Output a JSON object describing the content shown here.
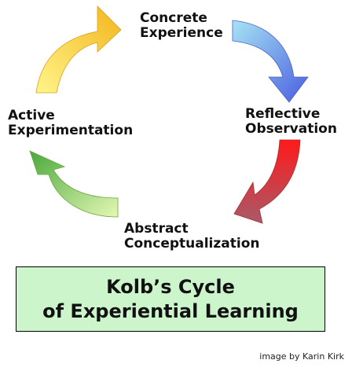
{
  "stages": [
    {
      "line1": "Concrete",
      "line2": "Experience"
    },
    {
      "line1": "Reflective",
      "line2": "Observation"
    },
    {
      "line1": "Abstract",
      "line2": "Conceptualization"
    },
    {
      "line1": "Active",
      "line2": "Experimentation"
    }
  ],
  "title": {
    "line1": "Kolb’s Cycle",
    "line2": "of Experiential Learning"
  },
  "credit": "image by Karin Kirk",
  "colors": {
    "title_box": "#ccf5cc",
    "arrow_top_left": "#f2c21c",
    "arrow_top_right": "#5a7ee0",
    "arrow_bottom_right": "#c83a3a",
    "arrow_bottom_left": "#6cba3c"
  }
}
